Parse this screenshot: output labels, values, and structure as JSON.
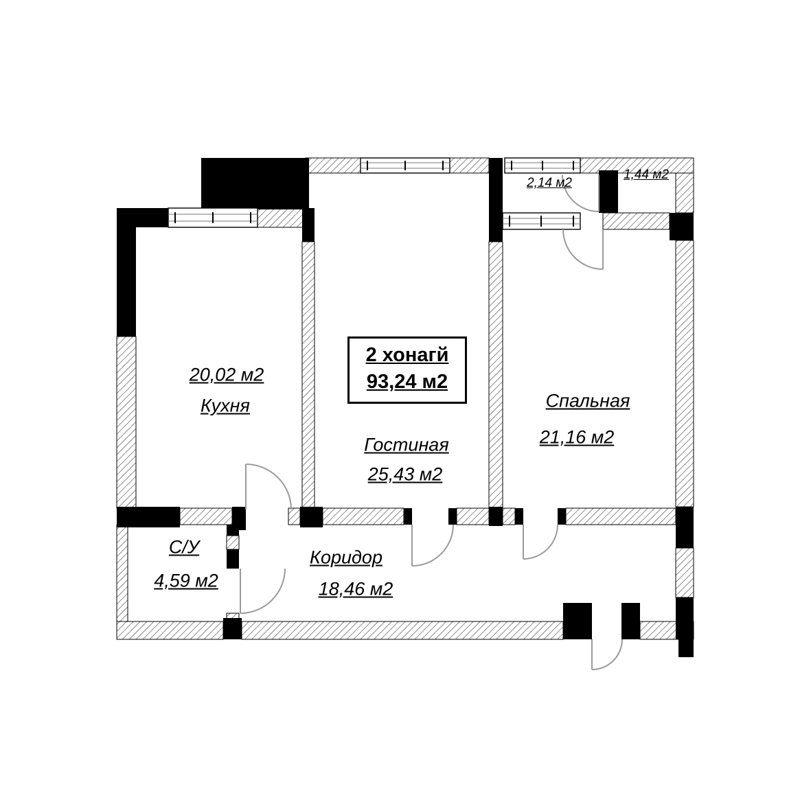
{
  "plan": {
    "title": {
      "rooms_count_label": "2 хонагй",
      "total_area": "93,24 м2"
    },
    "rooms": {
      "kitchen": {
        "name": "Кухня",
        "area": "20,02 м2"
      },
      "living": {
        "name": "Гостиная",
        "area": "25,43 м2"
      },
      "bedroom": {
        "name": "Спальная",
        "area": "21,16 м2"
      },
      "corridor": {
        "name": "Коридор",
        "area": "18,46 м2"
      },
      "bathroom": {
        "name": "С/У",
        "area": "4,59 м2"
      },
      "balcony": {
        "area": "2,14 м2"
      },
      "niche": {
        "area": "1,44 м2"
      }
    },
    "colors": {
      "wall_fill": "#000000",
      "hatch_line": "#4d4d4d",
      "door_arc": "#9a9a9a",
      "text": "#000000",
      "background": "#ffffff"
    }
  }
}
